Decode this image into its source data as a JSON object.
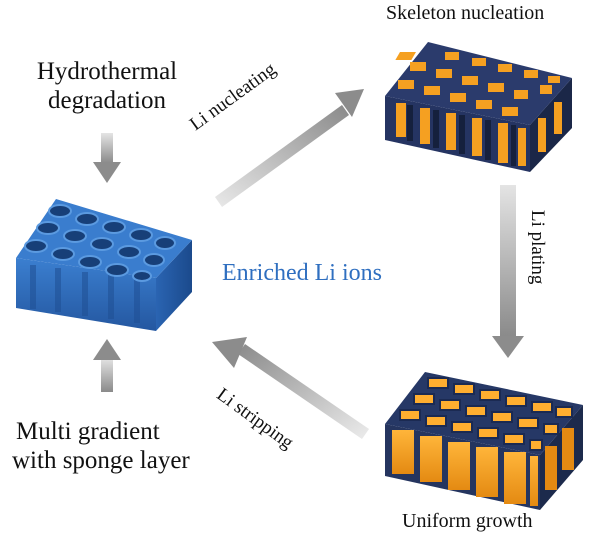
{
  "labels": {
    "hydrothermal_line1": "Hydrothermal",
    "hydrothermal_line2": "degradation",
    "skeleton_nucleation": "Skeleton nucleation",
    "li_nucleating": "Li nucleating",
    "li_plating": "Li plating",
    "enriched": "Enriched Li ions",
    "li_stripping": "Li stripping",
    "multi_line1": "Multi gradient",
    "multi_line2": "with sponge layer",
    "uniform_growth": "Uniform growth"
  },
  "colors": {
    "host_blue": "#2f6fc0",
    "host_dark": "#1d4f95",
    "lithium_orange": "#f5a021",
    "skeleton_navy": "#22305a",
    "arrow_gray": "#8c8c8c",
    "enriched_text": "#2f6fc0"
  }
}
